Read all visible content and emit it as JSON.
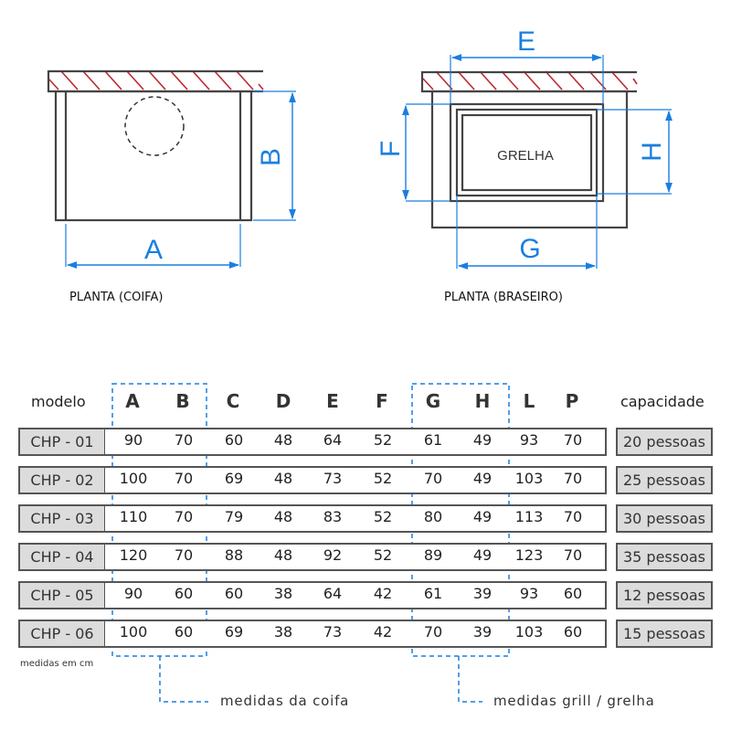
{
  "diagrams": {
    "coifa": {
      "label": "PLANTA (COIFA)",
      "dims": {
        "width": "A",
        "depth": "B"
      }
    },
    "braseiro": {
      "label": "PLANTA (BRASEIRO)",
      "grill_text": "GRELHA",
      "dims": {
        "top": "E",
        "left": "F",
        "right": "H",
        "bottom": "G"
      }
    }
  },
  "table": {
    "model_header": "modelo",
    "capacity_header": "capacidade",
    "columns": [
      "A",
      "B",
      "C",
      "D",
      "E",
      "F",
      "G",
      "H",
      "L",
      "P"
    ],
    "rows": [
      {
        "model": "CHP - 01",
        "values": [
          "90",
          "70",
          "60",
          "48",
          "64",
          "52",
          "61",
          "49",
          "93",
          "70"
        ],
        "capacity": "20 pessoas"
      },
      {
        "model": "CHP - 02",
        "values": [
          "100",
          "70",
          "69",
          "48",
          "73",
          "52",
          "70",
          "49",
          "103",
          "70"
        ],
        "capacity": "25 pessoas"
      },
      {
        "model": "CHP - 03",
        "values": [
          "110",
          "70",
          "79",
          "48",
          "83",
          "52",
          "80",
          "49",
          "113",
          "70"
        ],
        "capacity": "30 pessoas"
      },
      {
        "model": "CHP - 04",
        "values": [
          "120",
          "70",
          "88",
          "48",
          "92",
          "52",
          "89",
          "49",
          "123",
          "70"
        ],
        "capacity": "35 pessoas"
      },
      {
        "model": "CHP - 05",
        "values": [
          "90",
          "60",
          "60",
          "38",
          "64",
          "42",
          "61",
          "39",
          "93",
          "60"
        ],
        "capacity": "12 pessoas"
      },
      {
        "model": "CHP - 06",
        "values": [
          "100",
          "60",
          "69",
          "38",
          "73",
          "42",
          "70",
          "39",
          "103",
          "60"
        ],
        "capacity": "15 pessoas"
      }
    ],
    "units_note": "medidas em cm"
  },
  "legend": {
    "coifa": "medidas da coifa",
    "grill": "medidas grill / grelha"
  },
  "colors": {
    "dimension_blue": "#1a7ee0",
    "hatch_red": "#c0282d",
    "outline": "#444444",
    "cell_gray": "#dcdcdc"
  }
}
